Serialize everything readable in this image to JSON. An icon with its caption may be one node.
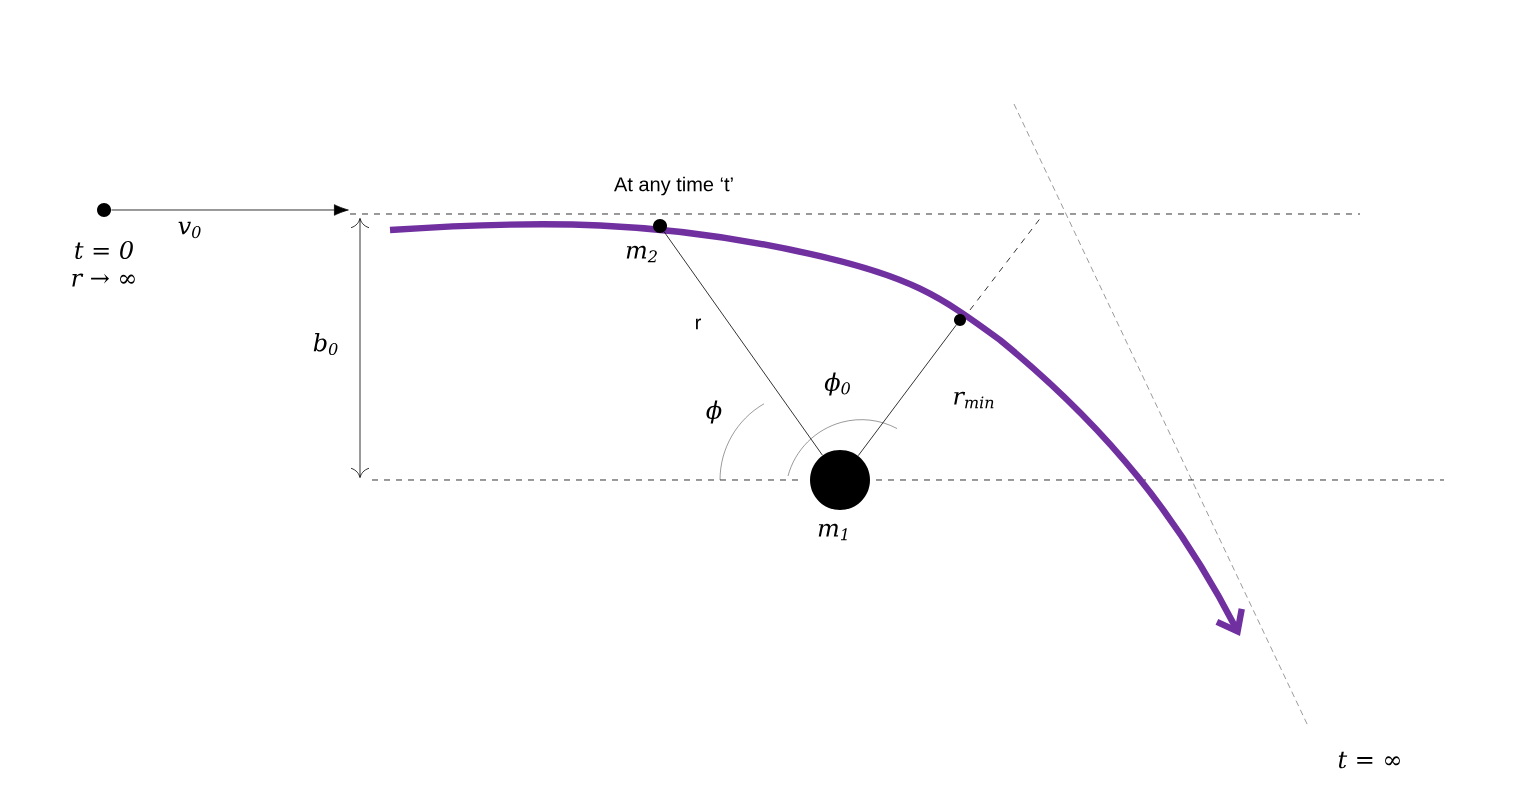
{
  "diagram": {
    "nodes": [
      {
        "text": [],
        "shape": "circle",
        "beside": [
          "t = 0",
          "r → ∞"
        ]
      },
      {
        "text": [],
        "shape": "circle",
        "beside": [
          "At any time ‘t’",
          "m$_{2}$"
        ]
      },
      {
        "text": [],
        "shape": "circle",
        "beside": [
          "m$_{1}$"
        ]
      },
      {
        "text": [],
        "shape": "circle"
      }
    ],
    "edges": [
      {
        "from": 0,
        "to": null,
        "arrow": "to",
        "label": "v$_{0}$"
      },
      {
        "from": 1,
        "to": 2,
        "arrow": "none",
        "label": "r"
      },
      {
        "from": 2,
        "to": 3,
        "arrow": "none",
        "label": "r$_{min}$"
      }
    ],
    "labels": [
      "b$_{0}$",
      "ϕ",
      "ϕ$_{0}$",
      "t = ∞"
    ]
  }
}
